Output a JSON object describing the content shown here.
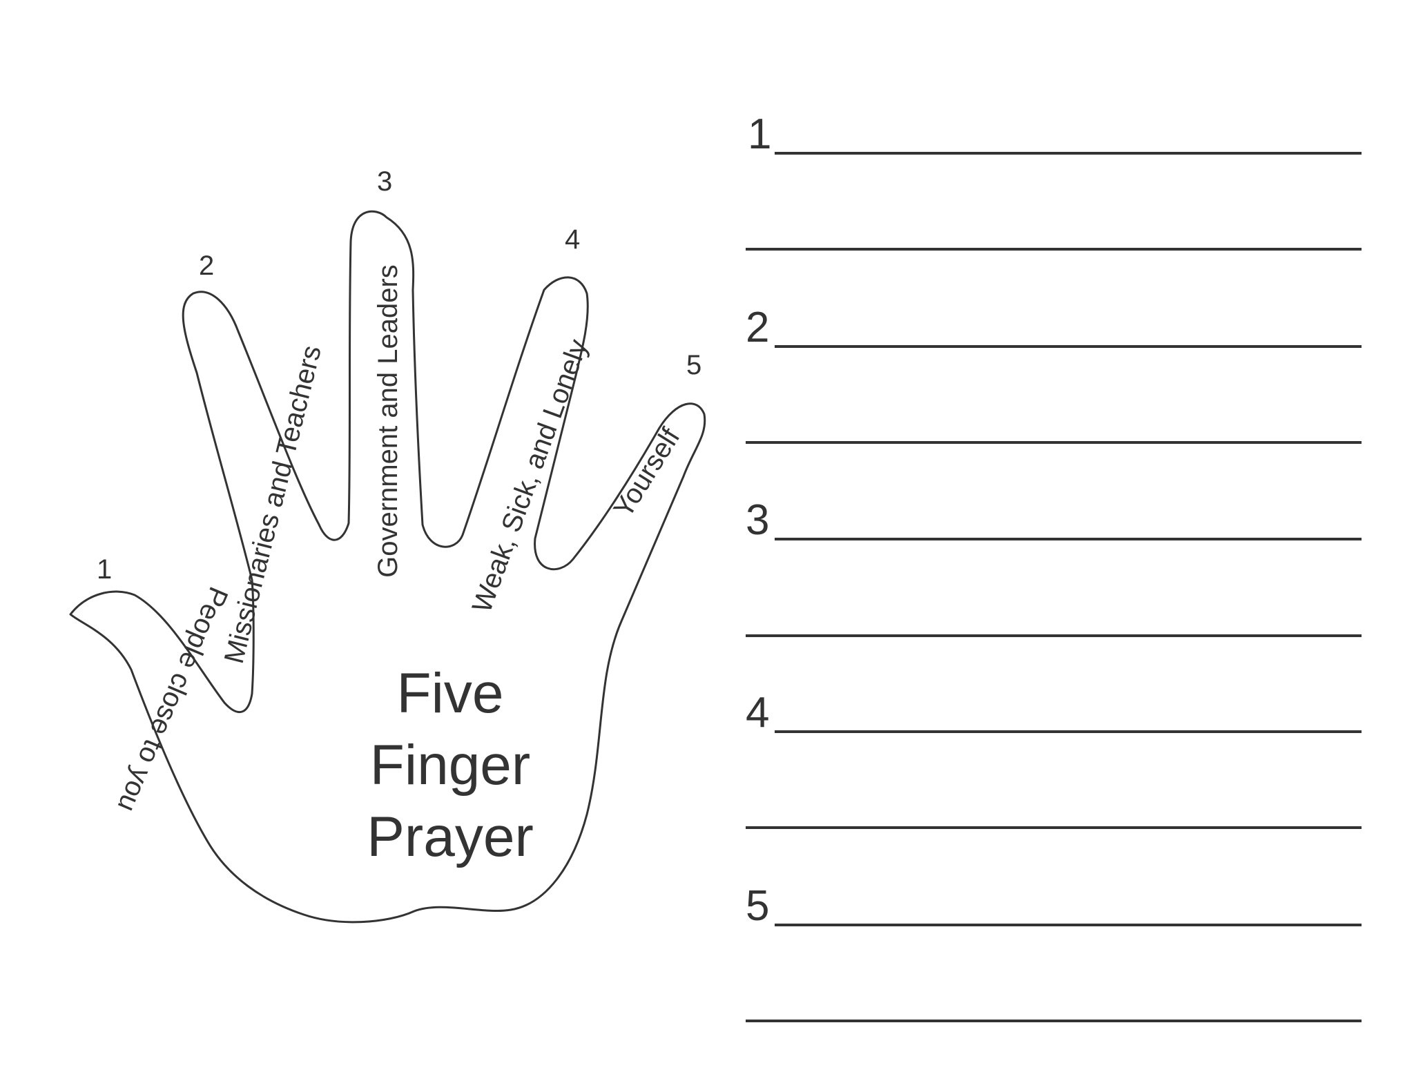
{
  "worksheet": {
    "title_lines": [
      "Five",
      "Finger",
      "Prayer"
    ],
    "fingers": [
      {
        "number": "1",
        "label": "People close to you"
      },
      {
        "number": "2",
        "label": "Missionaries and Teachers"
      },
      {
        "number": "3",
        "label": "Government and Leaders"
      },
      {
        "number": "4",
        "label": "Weak, Sick, and Lonely"
      },
      {
        "number": "5",
        "label": "Yourself"
      }
    ],
    "writing_lines": [
      {
        "number": "1"
      },
      {
        "number": "2"
      },
      {
        "number": "3"
      },
      {
        "number": "4"
      },
      {
        "number": "5"
      }
    ],
    "colors": {
      "ink": "#333333",
      "paper": "#ffffff"
    }
  }
}
